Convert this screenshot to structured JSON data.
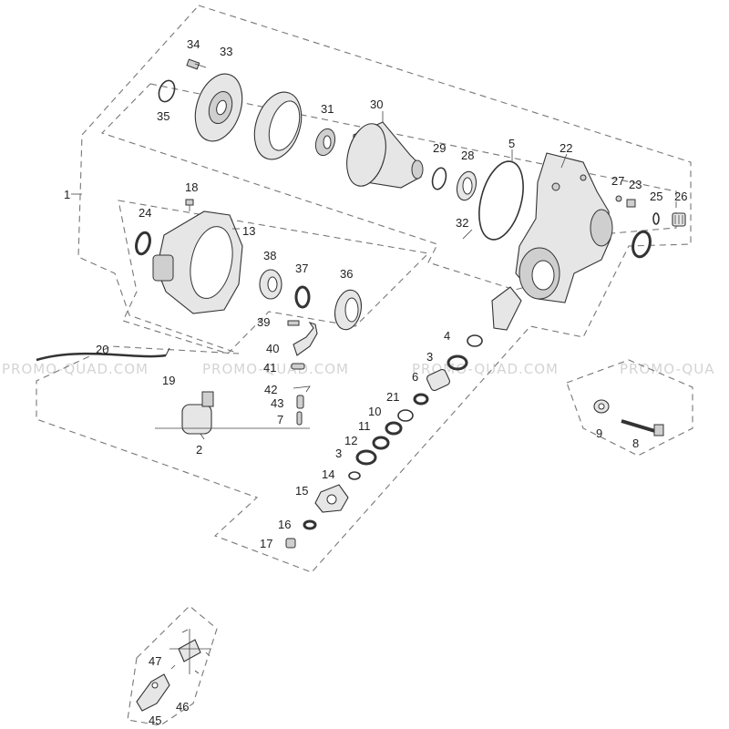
{
  "watermark": {
    "text": "PROMO-QUAD.COM",
    "text_partial": "PROMO-QUA"
  },
  "callouts": {
    "c1": "1",
    "c2": "2",
    "c3a": "3",
    "c3b": "3",
    "c4": "4",
    "c5": "5",
    "c6": "6",
    "c7": "7",
    "c8": "8",
    "c9": "9",
    "c10": "10",
    "c11": "11",
    "c12": "12",
    "c13": "13",
    "c14": "14",
    "c15": "15",
    "c16": "16",
    "c17": "17",
    "c18": "18",
    "c19": "19",
    "c20": "20",
    "c21": "21",
    "c22": "22",
    "c23": "23",
    "c24": "24",
    "c25": "25",
    "c26": "26",
    "c27": "27",
    "c28": "28",
    "c29": "29",
    "c30": "30",
    "c31": "31",
    "c32": "32",
    "c33": "33",
    "c34": "34",
    "c35": "35",
    "c36": "36",
    "c37": "37",
    "c38": "38",
    "c39": "39",
    "c40": "40",
    "c41": "41",
    "c42": "42",
    "c43": "43",
    "c45": "45",
    "c46": "46",
    "c47": "47"
  },
  "colors": {
    "line": "#333333",
    "dash": "#777777",
    "part_fill": "#e6e6e6",
    "watermark": "#d4d4d4"
  }
}
